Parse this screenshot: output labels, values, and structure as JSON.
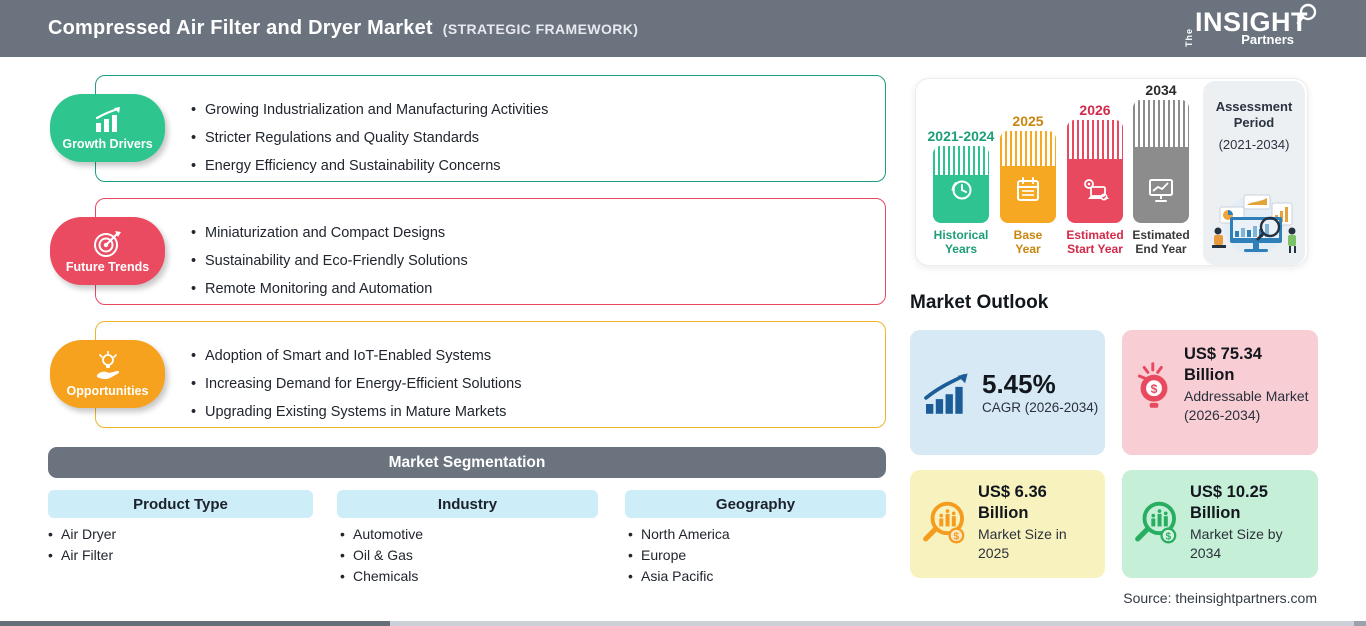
{
  "header": {
    "title": "Compressed Air Filter and Dryer Market",
    "subtitle": "(STRATEGIC FRAMEWORK)",
    "logo_the": "The",
    "logo_insight": "INSIGHT",
    "logo_partners": "Partners"
  },
  "sections": [
    {
      "label": "Growth Drivers",
      "color": "#2ec58f",
      "border_color": "#1d9c83",
      "items": [
        "Growing Industrialization and Manufacturing Activities",
        "Stricter Regulations and Quality Standards",
        "Energy Efficiency and Sustainability Concerns"
      ]
    },
    {
      "label": "Future Trends",
      "color": "#ea4b61",
      "border_color": "#e8495f",
      "items": [
        "Miniaturization and Compact Designs",
        "Sustainability and Eco-Friendly Solutions",
        "Remote Monitoring and Automation"
      ]
    },
    {
      "label": "Opportunities",
      "color": "#f6a21e",
      "border_color": "#f0b42a",
      "items": [
        "Adoption of Smart and IoT-Enabled Systems",
        "Increasing Demand for Energy-Efficient Solutions",
        "Upgrading Existing Systems in Mature Markets"
      ]
    }
  ],
  "segmentation": {
    "title": "Market Segmentation",
    "columns": [
      {
        "header": "Product Type",
        "items": [
          "Air Dryer",
          "Air Filter"
        ]
      },
      {
        "header": "Industry",
        "items": [
          "Automotive",
          "Oil & Gas",
          "Chemicals"
        ]
      },
      {
        "header": "Geography",
        "items": [
          "North America",
          "Europe",
          "Asia Pacific"
        ]
      }
    ]
  },
  "timeline": {
    "bars": [
      {
        "year": "2021-2024",
        "caption_line1": "Historical",
        "caption_line2": "Years",
        "color": "#2ec390"
      },
      {
        "year": "2025",
        "caption_line1": "Base",
        "caption_line2": "Year",
        "color": "#f7a823"
      },
      {
        "year": "2026",
        "caption_line1": "Estimated",
        "caption_line2": "Start Year",
        "color": "#e8495f"
      },
      {
        "year": "2034",
        "caption_line1": "Estimated",
        "caption_line2": "End Year",
        "color": "#8c8c8c"
      }
    ],
    "assessment": {
      "line1": "Assessment",
      "line2": "Period",
      "range": "(2021-2034)"
    }
  },
  "outlook": {
    "title": "Market Outlook",
    "cards": [
      {
        "value": "5.45%",
        "label": "CAGR (2026-2034)",
        "bg": "#d7e9f4",
        "icon_color": "#1c5d99"
      },
      {
        "value": "US$ 75.34 Billion",
        "label": "Addressable Market (2026-2034)",
        "bg": "#f8cdd4",
        "icon_color": "#e8495f"
      },
      {
        "value": "US$ 6.36 Billion",
        "label": "Market Size in 2025",
        "bg": "#f8f3be",
        "icon_color": "#f59b1e"
      },
      {
        "value": "US$ 10.25 Billion",
        "label": "Market Size by 2034",
        "bg": "#c6efd7",
        "icon_color": "#27ae60"
      }
    ]
  },
  "source": "Source: theinsightpartners.com"
}
